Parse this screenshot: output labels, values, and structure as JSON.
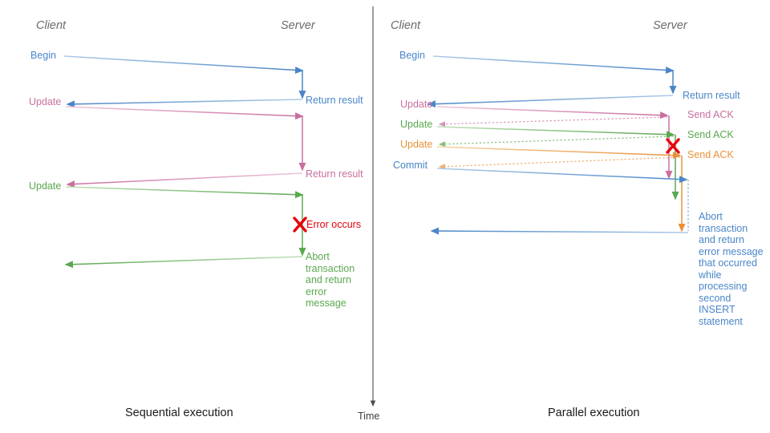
{
  "diagram": {
    "title_left": "Sequential execution",
    "title_right": "Parallel execution",
    "time_axis_label": "Time",
    "colors": {
      "blue": "#4a86c8",
      "pink": "#c96f9f",
      "green": "#5aa84f",
      "orange": "#e8923a",
      "red": "#e8000b",
      "actor_gray": "#6b6b6b",
      "axis_gray": "#4d4d4d",
      "caption_black": "#1a1a1a"
    }
  },
  "left_panel": {
    "name": "Sequential execution",
    "actors": {
      "client": "Client",
      "server": "Server"
    },
    "caption": "Sequential execution",
    "messages": [
      {
        "label": "Begin",
        "color_key": "blue",
        "side": "client"
      },
      {
        "label": "Return result",
        "color_key": "blue",
        "side": "server"
      },
      {
        "label": "Update",
        "color_key": "pink",
        "side": "client"
      },
      {
        "label": "Return result",
        "color_key": "pink",
        "side": "server"
      },
      {
        "label": "Update",
        "color_key": "green",
        "side": "client"
      },
      {
        "label": "Error occurs",
        "color_key": "red",
        "side": "server"
      },
      {
        "label": "Abort transaction and return error message",
        "color_key": "green",
        "side": "server"
      }
    ]
  },
  "right_panel": {
    "name": "Parallel execution",
    "actors": {
      "client": "Client",
      "server": "Server"
    },
    "caption": "Parallel execution",
    "messages": [
      {
        "label": "Begin",
        "color_key": "blue",
        "side": "client"
      },
      {
        "label": "Return result",
        "color_key": "blue",
        "side": "server"
      },
      {
        "label": "Update",
        "color_key": "pink",
        "side": "client"
      },
      {
        "label": "Send ACK",
        "color_key": "pink",
        "side": "server"
      },
      {
        "label": "Update",
        "color_key": "green",
        "side": "client"
      },
      {
        "label": "Send ACK",
        "color_key": "green",
        "side": "server"
      },
      {
        "label": "Update",
        "color_key": "orange",
        "side": "client"
      },
      {
        "label": "Send ACK",
        "color_key": "orange",
        "side": "server"
      },
      {
        "label": "Commit",
        "color_key": "blue",
        "side": "client"
      },
      {
        "label": "Abort transaction and return error message that occurred while processing second INSERT statement",
        "color_key": "blue",
        "side": "server"
      }
    ],
    "error_marker": "X"
  }
}
